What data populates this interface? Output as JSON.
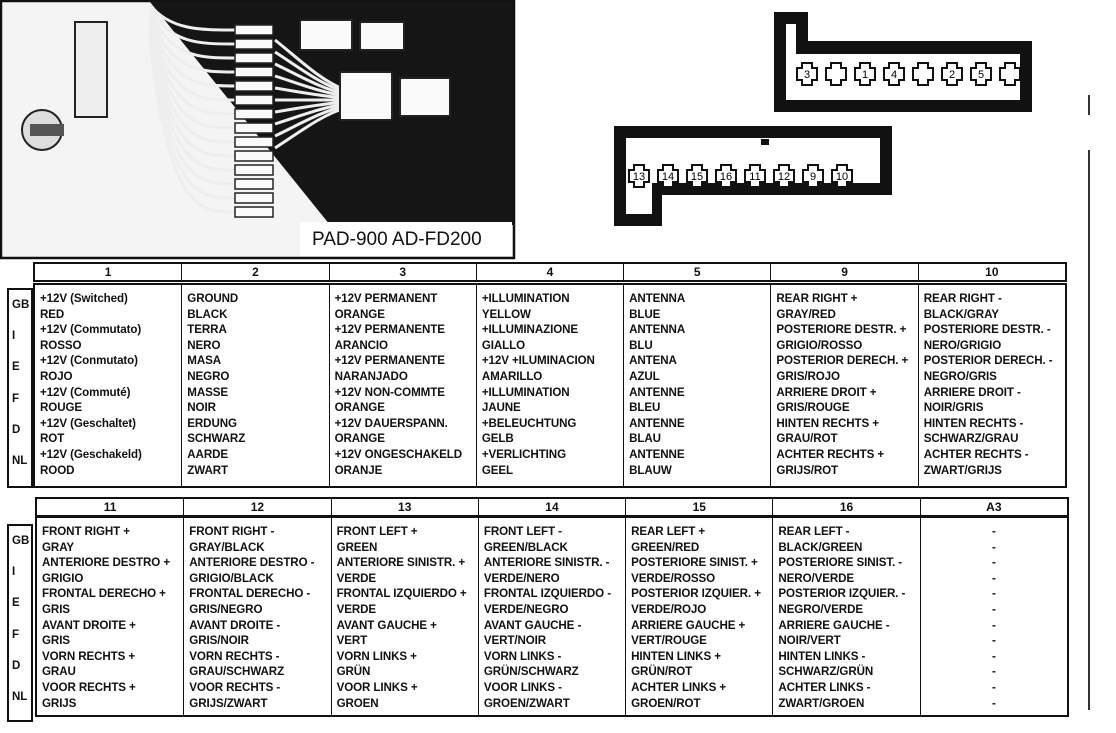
{
  "illustration": {
    "model_label": "PAD-900 AD-FD200"
  },
  "connectors": {
    "top_pins": [
      "3",
      "",
      "1",
      "4",
      "",
      "2",
      "5",
      ""
    ],
    "bottom_pins": [
      "13",
      "14",
      "15",
      "16",
      "11",
      "12",
      "9",
      "10"
    ]
  },
  "languages": [
    "GB",
    "I",
    "E",
    "F",
    "D",
    "NL"
  ],
  "table1": {
    "headers": [
      "1",
      "2",
      "3",
      "4",
      "5",
      "9",
      "10"
    ],
    "columns": [
      [
        "+12V (Switched)",
        "RED",
        "+12V (Commutato)",
        "ROSSO",
        "+12V (Conmutato)",
        "ROJO",
        "+12V (Commuté)",
        "ROUGE",
        "+12V (Geschaltet)",
        "ROT",
        "+12V (Geschakeld)",
        "ROOD"
      ],
      [
        "GROUND",
        "BLACK",
        "TERRA",
        "NERO",
        "MASA",
        "NEGRO",
        "MASSE",
        "NOIR",
        "ERDUNG",
        "SCHWARZ",
        "AARDE",
        "ZWART"
      ],
      [
        "+12V PERMANENT",
        "ORANGE",
        "+12V PERMANENTE",
        "ARANCIO",
        "+12V PERMANENTE",
        "NARANJADO",
        "+12V NON-COMMTE",
        "ORANGE",
        "+12V DAUERSPANN.",
        "ORANGE",
        "+12V ONGESCHAKELD",
        "ORANJE"
      ],
      [
        "+ILLUMINATION",
        "YELLOW",
        "+ILLUMINAZIONE",
        "GIALLO",
        "+12V +ILUMINACION",
        "AMARILLO",
        "+ILLUMINATION",
        "JAUNE",
        "+BELEUCHTUNG",
        "GELB",
        "+VERLICHTING",
        "GEEL"
      ],
      [
        "ANTENNA",
        "BLUE",
        "ANTENNA",
        "BLU",
        "ANTENA",
        "AZUL",
        "ANTENNE",
        "BLEU",
        "ANTENNE",
        "BLAU",
        "ANTENNE",
        "BLAUW"
      ],
      [
        "REAR RIGHT +",
        "GRAY/RED",
        "POSTERIORE DESTR. +",
        "GRIGIO/ROSSO",
        "POSTERIOR DERECH. +",
        "GRIS/ROJO",
        "ARRIERE DROIT +",
        "GRIS/ROUGE",
        "HINTEN RECHTS +",
        "GRAU/ROT",
        "ACHTER RECHTS +",
        "GRIJS/ROT"
      ],
      [
        "REAR RIGHT -",
        "BLACK/GRAY",
        "POSTERIORE DESTR. -",
        "NERO/GRIGIO",
        "POSTERIOR DERECH. -",
        "NEGRO/GRIS",
        "ARRIERE DROIT -",
        "NOIR/GRIS",
        "HINTEN RECHTS -",
        "SCHWARZ/GRAU",
        "ACHTER RECHTS -",
        "ZWART/GRIJS"
      ]
    ]
  },
  "table2": {
    "headers": [
      "11",
      "12",
      "13",
      "14",
      "15",
      "16",
      "A3"
    ],
    "columns": [
      [
        "FRONT RIGHT +",
        "GRAY",
        "ANTERIORE DESTRO +",
        "GRIGIO",
        "FRONTAL DERECHO +",
        "GRIS",
        "AVANT DROITE +",
        "GRIS",
        "VORN RECHTS +",
        "GRAU",
        "VOOR RECHTS +",
        "GRIJS"
      ],
      [
        "FRONT RIGHT -",
        "GRAY/BLACK",
        "ANTERIORE DESTRO -",
        "GRIGIO/BLACK",
        "FRONTAL DERECHO -",
        "GRIS/NEGRO",
        "AVANT DROITE -",
        "GRIS/NOIR",
        "VORN RECHTS -",
        "GRAU/SCHWARZ",
        "VOOR RECHTS -",
        "GRIJS/ZWART"
      ],
      [
        "FRONT LEFT +",
        "GREEN",
        "ANTERIORE SINISTR. +",
        "VERDE",
        "FRONTAL IZQUIERDO +",
        "VERDE",
        "AVANT GAUCHE +",
        "VERT",
        "VORN LINKS +",
        "GRÜN",
        "VOOR LINKS +",
        "GROEN"
      ],
      [
        "FRONT LEFT -",
        "GREEN/BLACK",
        "ANTERIORE SINISTR. -",
        "VERDE/NERO",
        "FRONTAL IZQUIERDO -",
        "VERDE/NEGRO",
        "AVANT GAUCHE -",
        "VERT/NOIR",
        "VORN LINKS -",
        "GRÜN/SCHWARZ",
        "VOOR LINKS -",
        "GROEN/ZWART"
      ],
      [
        "REAR LEFT +",
        "GREEN/RED",
        "POSTERIORE SINIST. +",
        "VERDE/ROSSO",
        "POSTERIOR IZQUIER. +",
        "VERDE/ROJO",
        "ARRIERE GAUCHE +",
        "VERT/ROUGE",
        "HINTEN LINKS +",
        "GRÜN/ROT",
        "ACHTER LINKS +",
        "GROEN/ROT"
      ],
      [
        "REAR LEFT -",
        "BLACK/GREEN",
        "POSTERIORE SINIST. -",
        "NERO/VERDE",
        "POSTERIOR IZQUIER. -",
        "NEGRO/VERDE",
        "ARRIERE GAUCHE -",
        "NOIR/VERT",
        "HINTEN LINKS -",
        "SCHWARZ/GRÜN",
        "ACHTER LINKS -",
        "ZWART/GROEN"
      ],
      [
        "-",
        "-",
        "-",
        "-",
        "-",
        "-",
        "-",
        "-",
        "-",
        "-",
        "-",
        "-"
      ]
    ]
  }
}
